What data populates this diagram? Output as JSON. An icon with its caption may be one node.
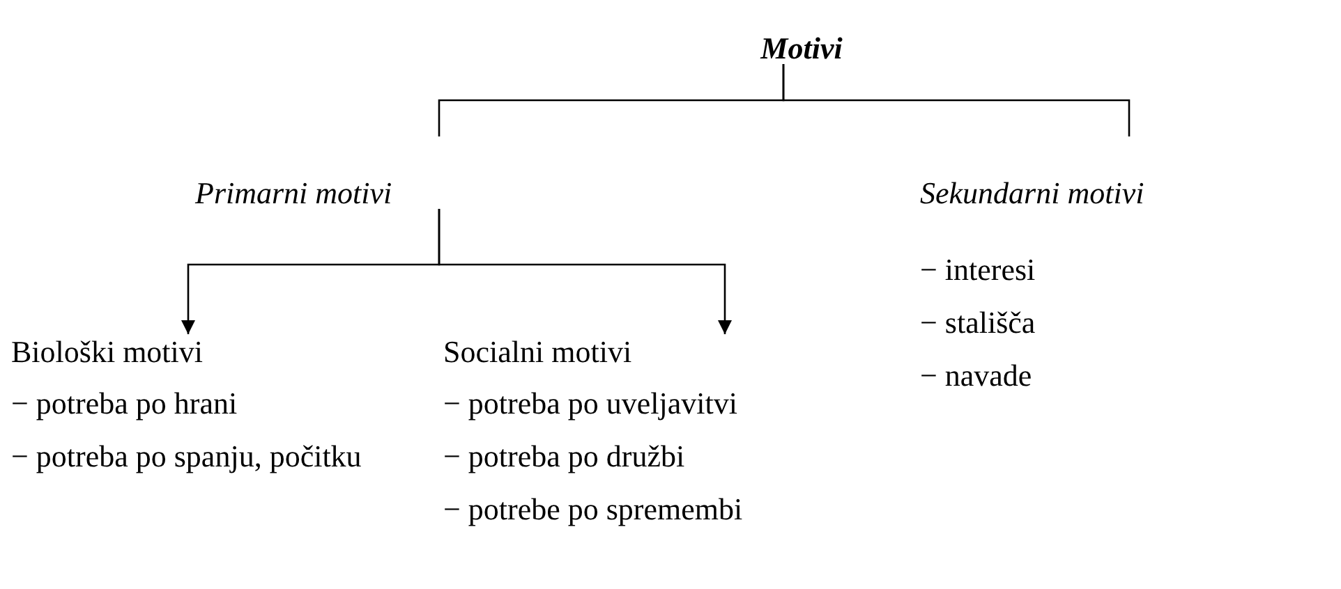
{
  "diagram": {
    "nodes": [
      {
        "text": [
          "Motivi"
        ]
      },
      {
        "text": [
          "Primarni motivi"
        ]
      },
      {
        "text": [
          "Sekundarni motivi",
          "− interesi",
          "− stališča",
          "− navade"
        ]
      },
      {
        "text": [
          "Biološki motivi",
          "− potreba po hrani",
          "− potreba po spanju, počitku"
        ]
      },
      {
        "text": [
          "Socialni motivi",
          "− potreba po uveljavitvi",
          "− potreba po družbi",
          "− potrebe po spremembi"
        ]
      }
    ],
    "edges": [
      {
        "from": 0,
        "to": 1,
        "arrow": "none"
      },
      {
        "from": 0,
        "to": 2,
        "arrow": "none"
      },
      {
        "from": 1,
        "to": 3,
        "arrow": "to"
      },
      {
        "from": 1,
        "to": 4,
        "arrow": "to"
      }
    ]
  }
}
